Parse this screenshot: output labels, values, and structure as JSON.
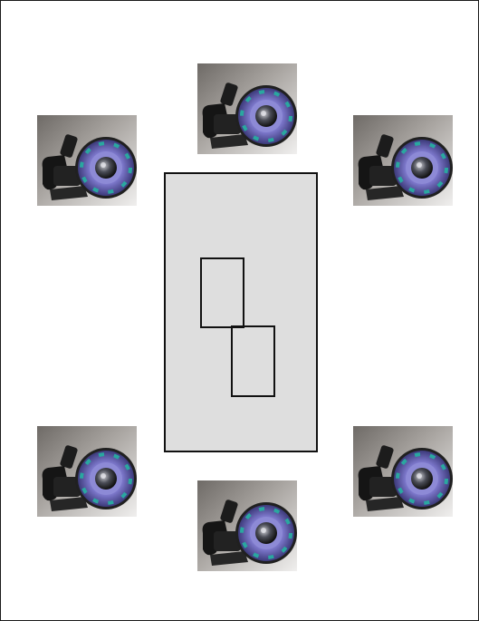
{
  "diagram": {
    "background_color": "#ffffff",
    "table_fill_color": "#dedede",
    "stroke_color": "#111111",
    "fixture_icon": "stage-light-fixture-icon",
    "fixture_count": 6,
    "fixtures": [
      {
        "id": "top-center"
      },
      {
        "id": "upper-left"
      },
      {
        "id": "upper-right"
      },
      {
        "id": "lower-left"
      },
      {
        "id": "lower-right"
      },
      {
        "id": "bottom-center"
      }
    ],
    "inner_boxes": 2
  }
}
